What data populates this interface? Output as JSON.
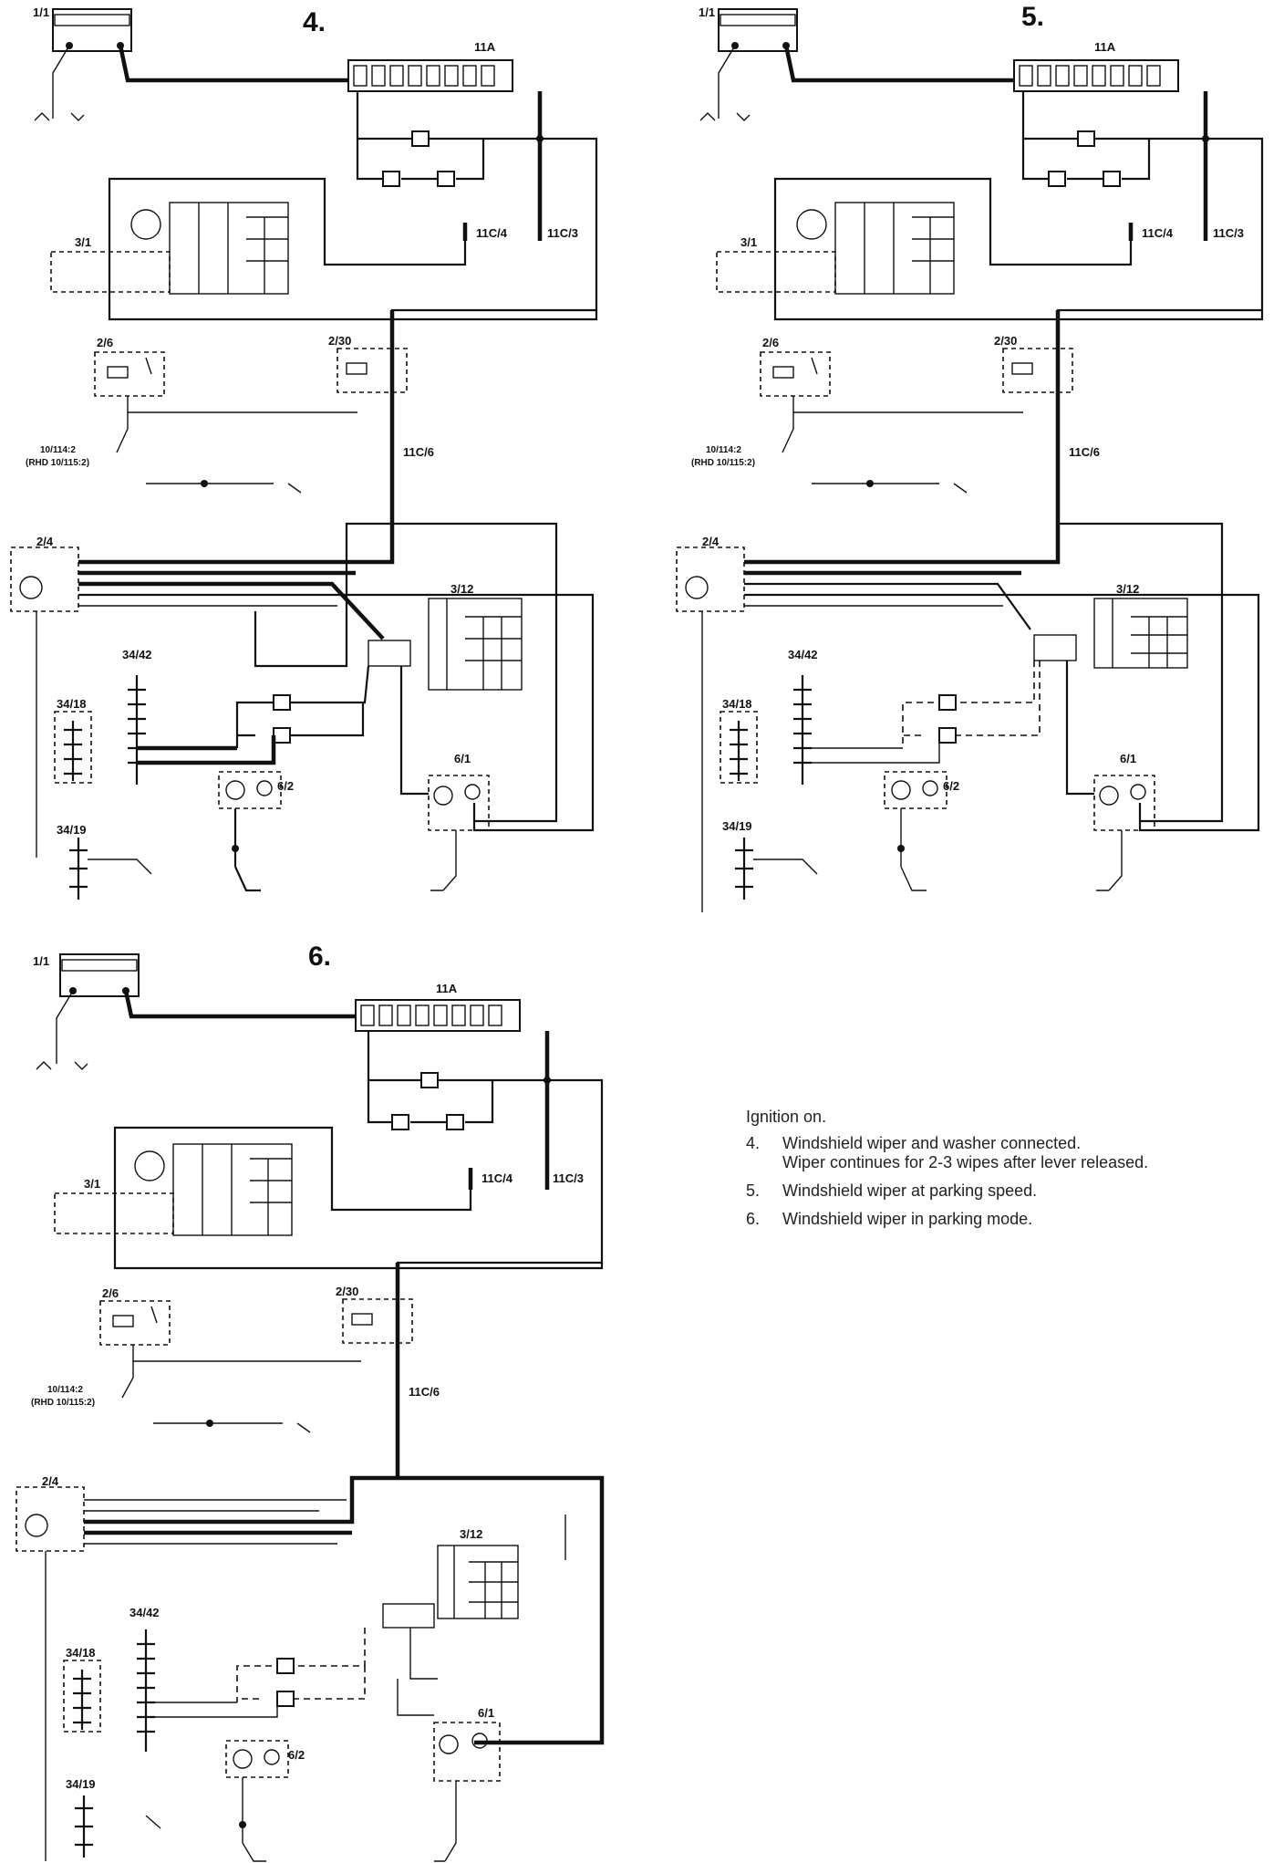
{
  "diagrams": [
    {
      "number": "4.",
      "labels": {
        "battery": "1/1",
        "fuse_box": "11A",
        "ignition": "3/1",
        "relay_a": "2/6",
        "relay_b": "2/30",
        "relay_c": "2/4",
        "ground": "10/114:2",
        "ground_alt": "(RHD 10/115:2)",
        "connector_a": "11C/4",
        "connector_b": "11C/3",
        "connector_c": "11C/6",
        "switch": "3/12",
        "panel_a": "34/42",
        "panel_b": "34/18",
        "panel_c": "34/19",
        "motor_a": "6/2",
        "motor_b": "6/1"
      }
    },
    {
      "number": "5.",
      "labels": {
        "battery": "1/1",
        "fuse_box": "11A",
        "ignition": "3/1",
        "relay_a": "2/6",
        "relay_b": "2/30",
        "relay_c": "2/4",
        "ground": "10/114:2",
        "ground_alt": "(RHD 10/115:2)",
        "connector_a": "11C/4",
        "connector_b": "11C/3",
        "connector_c": "11C/6",
        "switch": "3/12",
        "panel_a": "34/42",
        "panel_b": "34/18",
        "panel_c": "34/19",
        "motor_a": "6/2",
        "motor_b": "6/1"
      }
    },
    {
      "number": "6.",
      "labels": {
        "battery": "1/1",
        "fuse_box": "11A",
        "ignition": "3/1",
        "relay_a": "2/6",
        "relay_b": "2/30",
        "relay_c": "2/4",
        "ground": "10/114:2",
        "ground_alt": "(RHD 10/115:2)",
        "connector_a": "11C/4",
        "connector_b": "11C/3",
        "connector_c": "11C/6",
        "switch": "3/12",
        "panel_a": "34/42",
        "panel_b": "34/18",
        "panel_c": "34/19",
        "motor_a": "6/2",
        "motor_b": "6/1"
      }
    }
  ],
  "legend": {
    "intro": "Ignition on.",
    "items": [
      {
        "num": "4.",
        "lines": [
          "Windshield wiper and washer connected.",
          "Wiper continues for 2-3 wipes after lever released."
        ]
      },
      {
        "num": "5.",
        "lines": [
          "Windshield wiper at parking speed."
        ]
      },
      {
        "num": "6.",
        "lines": [
          "Windshield wiper in parking mode."
        ]
      }
    ]
  }
}
